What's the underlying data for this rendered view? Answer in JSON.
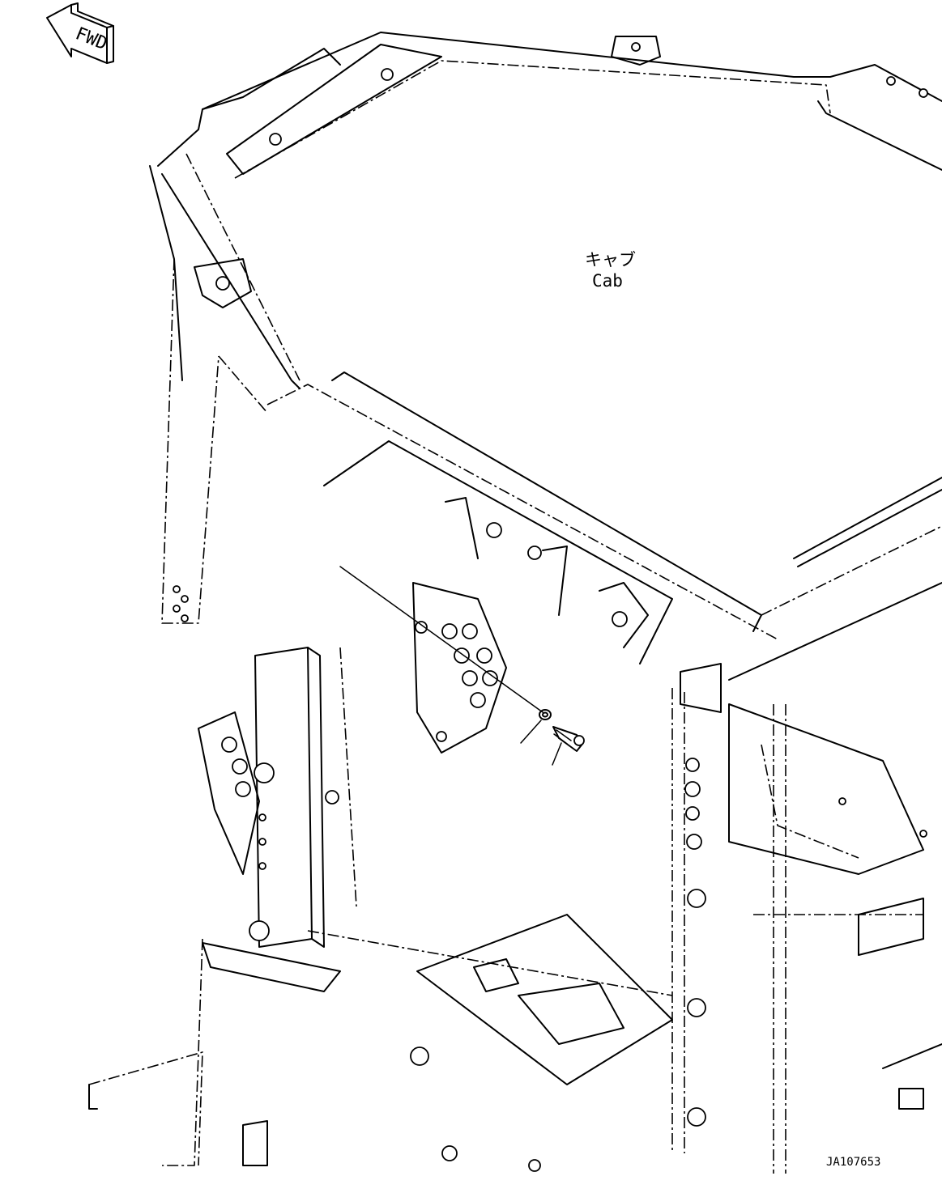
{
  "drawing": {
    "fwd_label": "FWD",
    "part_label_jp": "キャブ",
    "part_label_en": "Cab",
    "drawing_number": "JA107653"
  },
  "icons": {
    "direction_arrow": "fwd-arrow-icon",
    "washer": "washer-icon",
    "bolt": "bolt-icon"
  },
  "colors": {
    "line": "#000000",
    "background": "#ffffff"
  }
}
